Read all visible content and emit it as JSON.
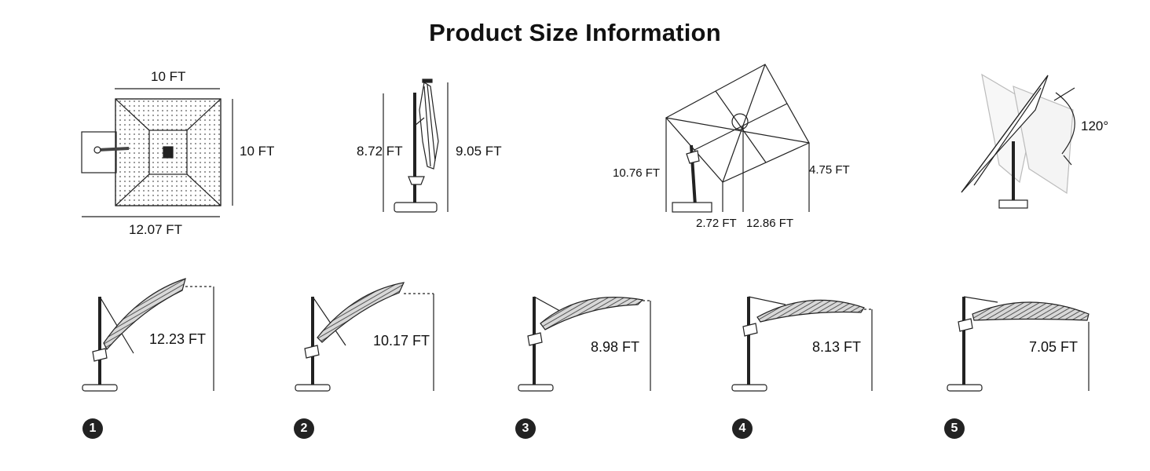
{
  "title": "Product Size Information",
  "top_diagrams": {
    "top_view": {
      "width": "10 FT",
      "depth": "10 FT",
      "overall": "12.07 FT"
    },
    "side_folded": {
      "pole_height": "8.72 FT",
      "total_height": "9.05 FT"
    },
    "open_perspective": {
      "height": "10.76 FT",
      "edge_height": "4.75 FT",
      "base_offset": "2.72 FT",
      "span": "12.86 FT"
    },
    "rotation": {
      "angle": "120°"
    }
  },
  "tilt_positions": [
    {
      "number": "1",
      "height": "12.23 FT"
    },
    {
      "number": "2",
      "height": "10.17 FT"
    },
    {
      "number": "3",
      "height": "8.98 FT"
    },
    {
      "number": "4",
      "height": "8.13 FT"
    },
    {
      "number": "5",
      "height": "7.05 FT"
    }
  ]
}
